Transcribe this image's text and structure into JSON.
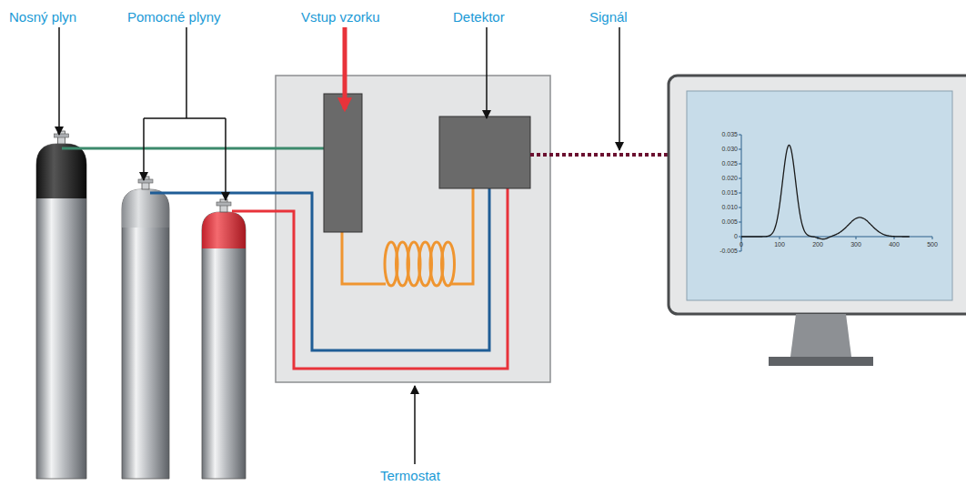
{
  "diagram": {
    "labels": [
      "Nosný plyn",
      "Pomocné plyny",
      "Vstup vzorku",
      "Detektor",
      "Signál",
      "0.035",
      "0.030",
      "0.025",
      "0.020",
      "0.015",
      "0.010",
      "0.005",
      "0",
      "-0.005",
      "0",
      "100",
      "200",
      "300",
      "400",
      "500",
      "Termostat"
    ]
  }
}
